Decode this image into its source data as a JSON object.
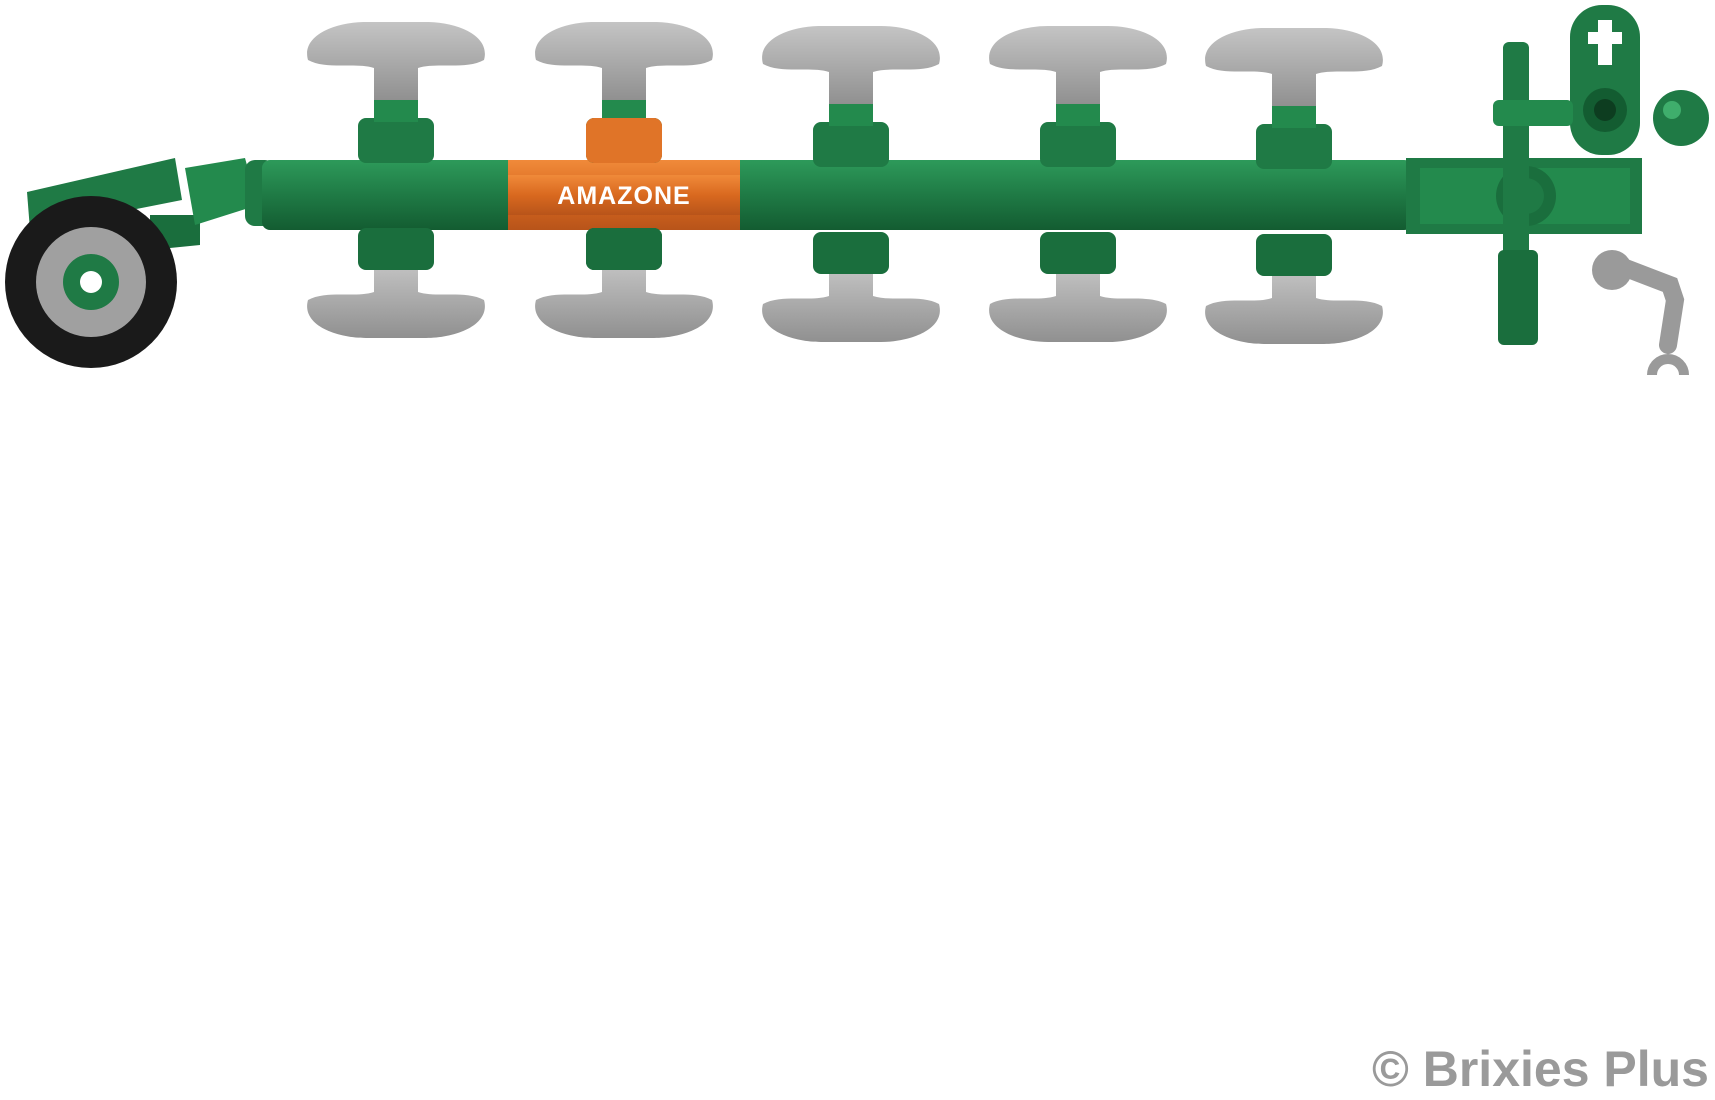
{
  "model": {
    "brand_label": "AMAZONE",
    "plough_bodies": 5,
    "colors": {
      "green": "#1f7a45",
      "green_dark": "#135c31",
      "orange": "#d9691f",
      "gray": "#a7a7a7",
      "gray_dark": "#8a8a8a",
      "tire": "#1a1a1a"
    }
  },
  "watermark": {
    "text": "© Brixies Plus"
  }
}
